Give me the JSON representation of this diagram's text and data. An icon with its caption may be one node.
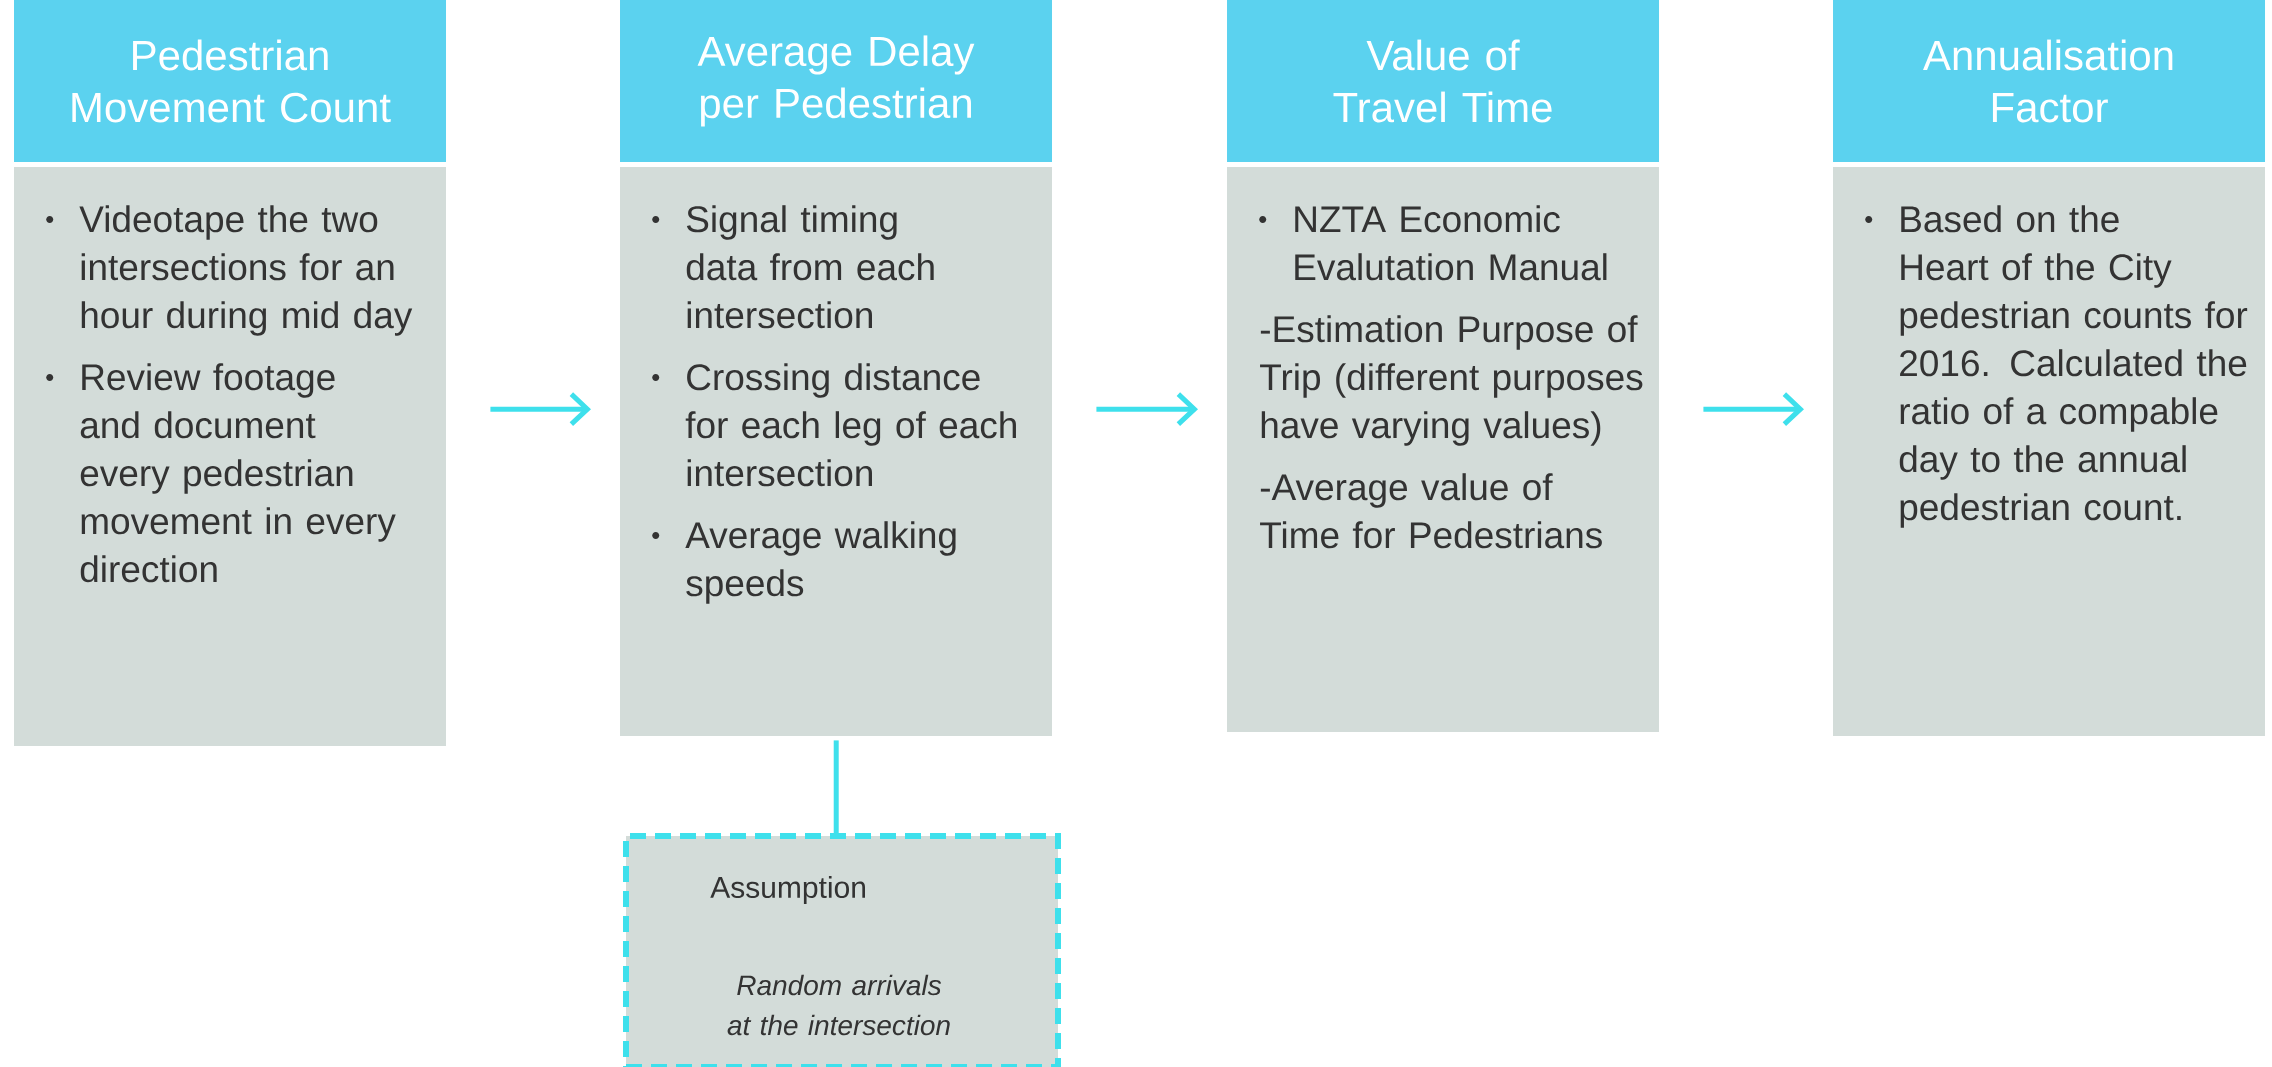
{
  "diagram": {
    "nodes": [
      {
        "text": [
          "Pedestrian Movement Count",
          "Videotape the two intersections for an hour during mid day",
          "Review footage and document every pedestrian movement in every direction"
        ]
      },
      {
        "text": [
          "Average Delay per Pedestrian",
          "Signal timing data from each intersection",
          "Crossing distance for each leg of each intersection",
          "Average walking speeds"
        ]
      },
      {
        "text": [
          "Value of Travel Time",
          "NZTA Economic Evalutation Manual",
          "-Estimation Purpose of Trip (different purposes have varying values)",
          "-Average value of Time for Pedestrians"
        ]
      },
      {
        "text": [
          "Annualisation Factor",
          "Based on the Heart of the City pedestrian counts for 2016. Calculated the ratio of a compable day to the annual pedestrian count."
        ]
      },
      {
        "text": [
          "Assumption",
          "Random arrivals at the intersection"
        ]
      }
    ],
    "edges": [
      {
        "from": 0,
        "to": 1,
        "arrow": "to"
      },
      {
        "from": 1,
        "to": 2,
        "arrow": "to"
      },
      {
        "from": 2,
        "to": 3,
        "arrow": "to"
      },
      {
        "from": 1,
        "to": 4,
        "arrow": "none"
      }
    ]
  }
}
